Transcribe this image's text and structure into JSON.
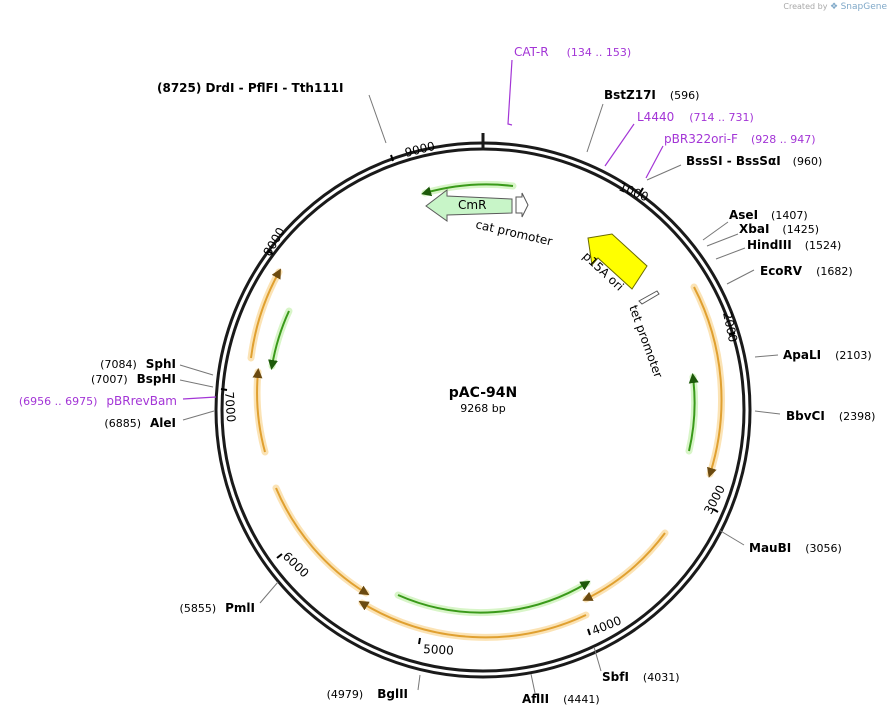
{
  "credit": {
    "prefix": "Created by",
    "brand": "SnapGene"
  },
  "plasmid": {
    "name": "pAC-94N",
    "length_label": "9268 bp"
  },
  "ticks": [
    "1000",
    "2000",
    "3000",
    "4000",
    "5000",
    "6000",
    "7000",
    "8000",
    "9000"
  ],
  "sites": [
    {
      "text": "(8725)  DrdI  -  PflFI  -  Tth111I"
    },
    {
      "name": "BstZ17I",
      "pos": "(596)"
    },
    {
      "name": "BssSI  -  BssSαI",
      "pos": "(960)"
    },
    {
      "name": "AseI",
      "pos": "(1407)"
    },
    {
      "name": "XbaI",
      "pos": "(1425)"
    },
    {
      "name": "HindIII",
      "pos": "(1524)"
    },
    {
      "name": "EcoRV",
      "pos": "(1682)"
    },
    {
      "name": "ApaLI",
      "pos": "(2103)"
    },
    {
      "name": "BbvCI",
      "pos": "(2398)"
    },
    {
      "name": "MauBI",
      "pos": "(3056)"
    },
    {
      "name": "SbfI",
      "pos": "(4031)"
    },
    {
      "name": "AflII",
      "pos": "(4441)"
    },
    {
      "name": "BglII",
      "pos": "(4979)"
    },
    {
      "name": "PmlI",
      "pos": "(5855)"
    },
    {
      "name": "AleI",
      "pos": "(6885)"
    },
    {
      "name": "BspHI",
      "pos": "(7007)"
    },
    {
      "name": "SphI",
      "pos": "(7084)"
    }
  ],
  "primers": [
    {
      "name": "CAT-R",
      "pos": "(134 .. 153)"
    },
    {
      "name": "L4440",
      "pos": "(714 .. 731)"
    },
    {
      "name": "pBR322ori-F",
      "pos": "(928 .. 947)"
    },
    {
      "name": "pBRrevBam",
      "pos": "(6956 .. 6975)"
    }
  ],
  "features": [
    {
      "name": "CmR",
      "color": "#c8f5c8"
    },
    {
      "name": "cat promoter",
      "color": "#ffffff"
    },
    {
      "name": "p15A ori",
      "color": "#ffff00"
    },
    {
      "name": "tet promoter",
      "color": "#ffffff"
    }
  ],
  "colors": {
    "backbone": "#1a1a1a",
    "orange_feature": "#e0a030",
    "orange_glow": "#fbe3b5",
    "green_feature": "#3a9a1a",
    "green_glow": "#d8f5c8",
    "primer": "#a335d6",
    "leader": "#777777"
  }
}
